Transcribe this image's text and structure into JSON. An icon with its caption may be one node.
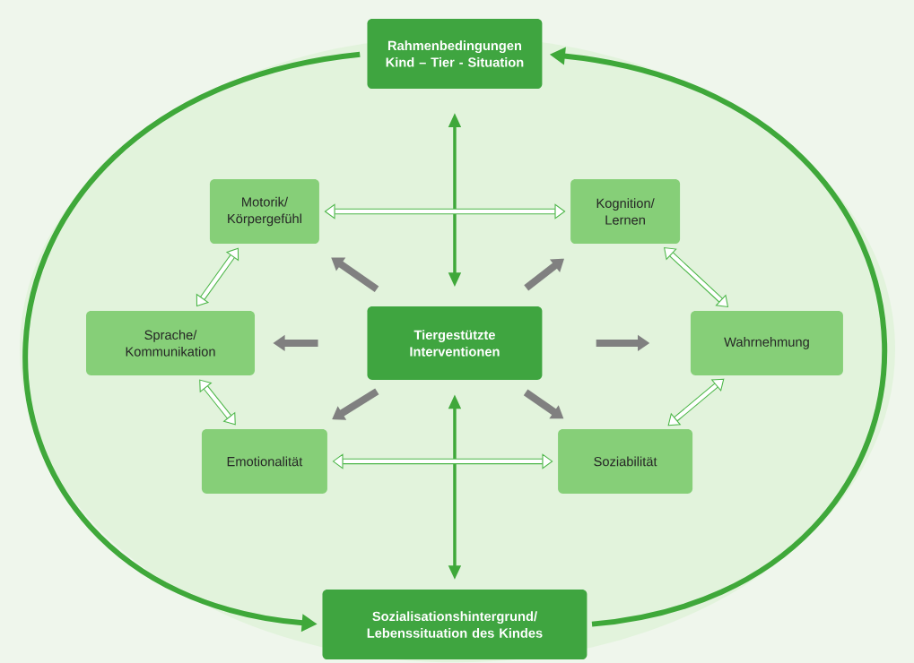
{
  "diagram": {
    "nodes": [
      {
        "text": [
          "Rahmenbedingungen Kind – Tier - Situation"
        ]
      },
      {
        "text": [
          "Motorik/ Körpergefühl"
        ]
      },
      {
        "text": [
          "Kognition/ Lernen"
        ]
      },
      {
        "text": [
          "Sprache/ Kommunikation"
        ]
      },
      {
        "text": [
          "Tiergestützte Interventionen"
        ]
      },
      {
        "text": [
          "Wahrnehmung"
        ]
      },
      {
        "text": [
          "Emotionalität"
        ]
      },
      {
        "text": [
          "Soziabilität"
        ]
      },
      {
        "text": [
          "Sozialisationshintergrund/ Lebenssituation des Kindes"
        ]
      }
    ],
    "edges": [
      {
        "from": 0,
        "to": 4,
        "arrow": "both",
        "color": "#3fa83a"
      },
      {
        "from": 4,
        "to": 8,
        "arrow": "both",
        "color": "#3fa83a"
      },
      {
        "from": 4,
        "to": 1,
        "arrow": "to",
        "color": "#808080"
      },
      {
        "from": 4,
        "to": 2,
        "arrow": "to",
        "color": "#808080"
      },
      {
        "from": 4,
        "to": 3,
        "arrow": "to",
        "color": "#808080"
      },
      {
        "from": 4,
        "to": 5,
        "arrow": "to",
        "color": "#808080"
      },
      {
        "from": 4,
        "to": 6,
        "arrow": "to",
        "color": "#808080"
      },
      {
        "from": 4,
        "to": 7,
        "arrow": "to",
        "color": "#808080"
      },
      {
        "from": 1,
        "to": 2,
        "arrow": "both"
      },
      {
        "from": 1,
        "to": 3,
        "arrow": "both"
      },
      {
        "from": 2,
        "to": 5,
        "arrow": "both"
      },
      {
        "from": 3,
        "to": 6,
        "arrow": "both"
      },
      {
        "from": 5,
        "to": 7,
        "arrow": "both"
      },
      {
        "from": 6,
        "to": 7,
        "arrow": "both"
      },
      {
        "from": 0,
        "to": 8,
        "arrow": "to",
        "color": "#3fa83a"
      },
      {
        "from": 8,
        "to": 0,
        "arrow": "to",
        "color": "#3fa83a"
      }
    ]
  }
}
